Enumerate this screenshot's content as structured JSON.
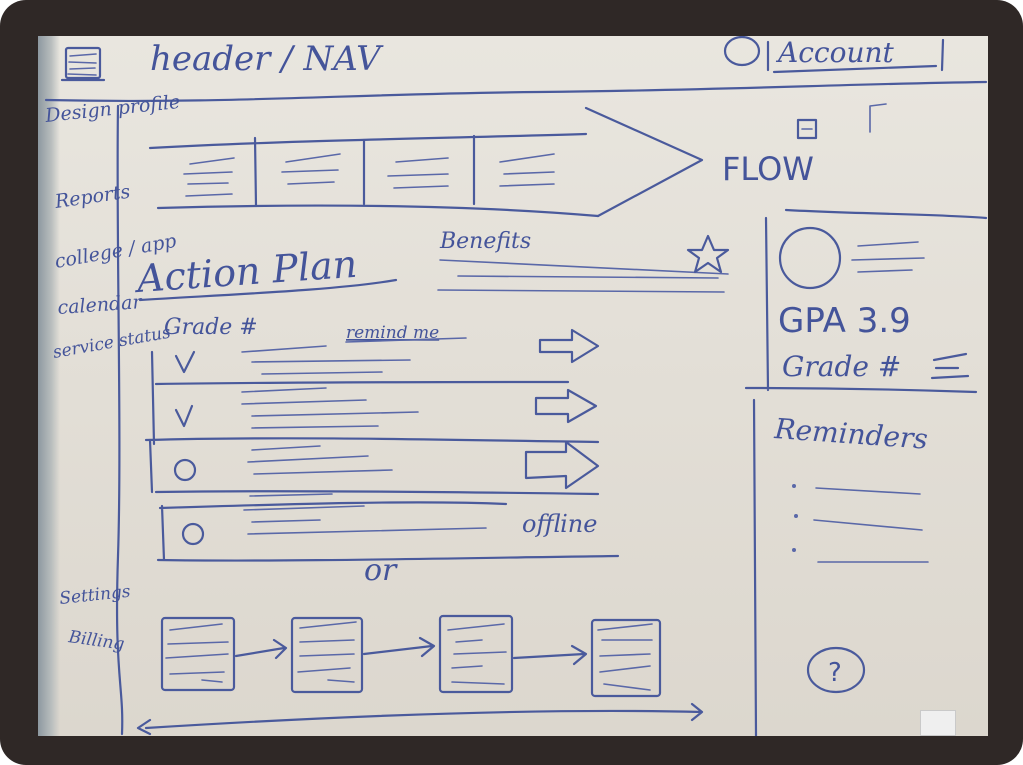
{
  "header": {
    "title": "header / NAV",
    "account": "Account"
  },
  "sidebar": {
    "items": [
      {
        "label": "Design profile"
      },
      {
        "label": "Reports"
      },
      {
        "label": "college / app"
      },
      {
        "label": "calendar"
      },
      {
        "label": "service status"
      }
    ],
    "bottom_items": [
      {
        "label": "Settings"
      },
      {
        "label": "Billing"
      }
    ]
  },
  "flow": {
    "label": "FLOW"
  },
  "action_plan": {
    "title": "Action Plan",
    "grade_label": "Grade #",
    "remind_me": "remind me",
    "offline_label": "offline",
    "separator": "or"
  },
  "benefits": {
    "title": "Benefits"
  },
  "profile_card": {
    "gpa_text": "GPA 3.9",
    "grade_text": "Grade #"
  },
  "reminders": {
    "title": "Reminders"
  },
  "help": {
    "label": "?"
  }
}
